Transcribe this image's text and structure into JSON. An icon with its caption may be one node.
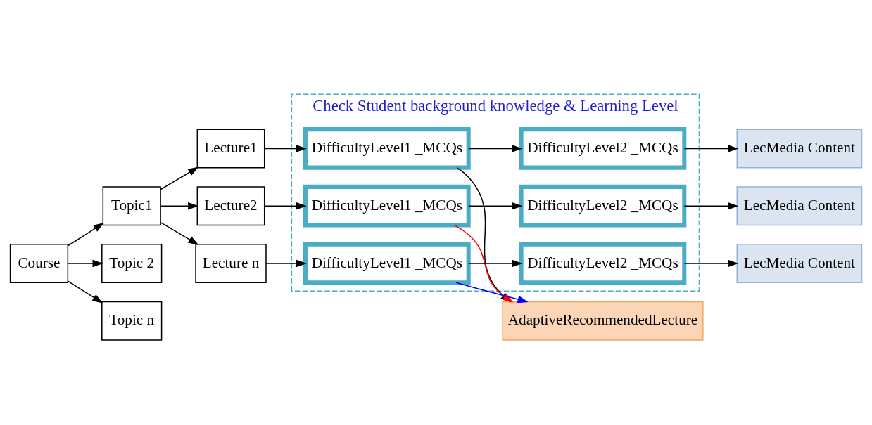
{
  "diagram": {
    "nodes": [
      {
        "text": [
          "AdaptiveRecommendedLecture"
        ]
      },
      {
        "text": [
          "Course"
        ]
      },
      {
        "text": [
          "Topic1"
        ]
      },
      {
        "text": [
          "Lecture1"
        ]
      },
      {
        "text": [
          "Lecture2"
        ]
      },
      {
        "text": [
          "Lecture n"
        ]
      },
      {
        "text": [
          "Topic 2"
        ]
      },
      {
        "text": [
          "Topic n"
        ]
      },
      {
        "text": [
          "Check Student background knowledge & Learning Level"
        ]
      },
      {
        "text": [
          "DifficultyLevel1 _MCQs"
        ],
        "in": 8
      },
      {
        "text": [
          "DifficultyLevel2 _MCQs"
        ],
        "in": 8
      },
      {
        "text": [
          "DifficultyLevel1 _MCQs"
        ],
        "in": 8
      },
      {
        "text": [
          "DifficultyLevel2 _MCQs"
        ],
        "in": 8
      },
      {
        "text": [
          "DifficultyLevel1 _MCQs"
        ],
        "in": 8
      },
      {
        "text": [
          "DifficultyLevel2 _MCQs"
        ],
        "in": 8
      },
      {
        "text": [
          "LecMedia Content"
        ]
      },
      {
        "text": [
          "LecMedia Content"
        ]
      },
      {
        "text": [
          "LecMedia Content"
        ]
      }
    ],
    "edges": [
      {
        "from": 1,
        "to": 2,
        "arrow": "to"
      },
      {
        "from": 1,
        "to": 6,
        "arrow": "to"
      },
      {
        "from": 1,
        "to": 7,
        "arrow": "to"
      },
      {
        "from": 2,
        "to": 3,
        "arrow": "to"
      },
      {
        "from": 2,
        "to": 4,
        "arrow": "to"
      },
      {
        "from": 2,
        "to": 5,
        "arrow": "to"
      },
      {
        "from": 3,
        "to": 9,
        "arrow": "to"
      },
      {
        "from": 4,
        "to": 11,
        "arrow": "to"
      },
      {
        "from": 5,
        "to": 13,
        "arrow": "to"
      },
      {
        "from": 9,
        "to": 10,
        "arrow": "to"
      },
      {
        "from": 11,
        "to": 12,
        "arrow": "to"
      },
      {
        "from": 13,
        "to": 14,
        "arrow": "to"
      },
      {
        "from": 10,
        "to": 15,
        "arrow": "to"
      },
      {
        "from": 12,
        "to": 16,
        "arrow": "to"
      },
      {
        "from": 14,
        "to": 17,
        "arrow": "to"
      },
      {
        "from": 9,
        "to": 0,
        "arrow": "to"
      },
      {
        "from": 11,
        "to": 0,
        "arrow": "to",
        "color": "#ff0000"
      },
      {
        "from": 13,
        "to": 0,
        "arrow": "to",
        "color": "#0000ff"
      }
    ]
  }
}
